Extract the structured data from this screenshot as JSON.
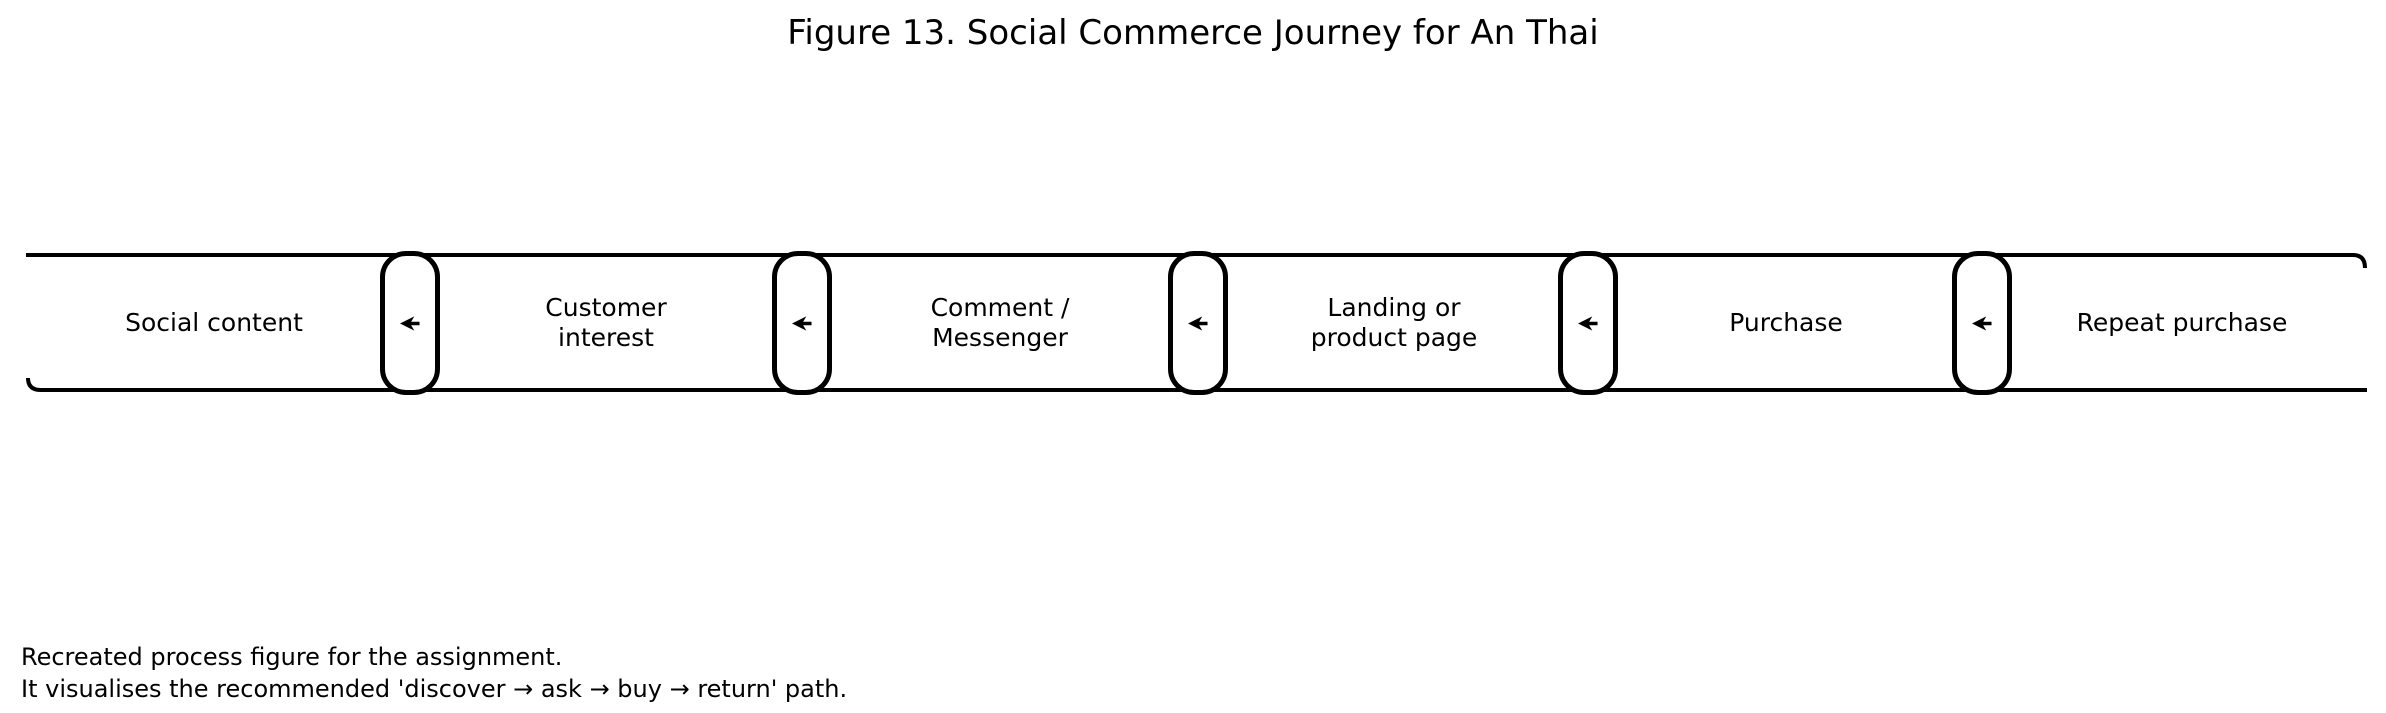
{
  "figure": {
    "title": "Figure 13. Social Commerce Journey for An Thai",
    "caption_lines": [
      "Recreated process figure for the assignment.",
      "It visualises the recommended 'discover → ask → buy → return' path."
    ]
  },
  "diagram": {
    "type": "process-flow",
    "stages": [
      {
        "label": "Social content"
      },
      {
        "label": "Customer\ninterest"
      },
      {
        "label": "Comment /\nMessenger"
      },
      {
        "label": "Landing or\nproduct page"
      },
      {
        "label": "Purchase"
      },
      {
        "label": "Repeat purchase"
      }
    ],
    "connector": {
      "count": 5,
      "arrow_direction": "left"
    }
  },
  "colors": {
    "ink": "#000000",
    "background": "#ffffff"
  }
}
